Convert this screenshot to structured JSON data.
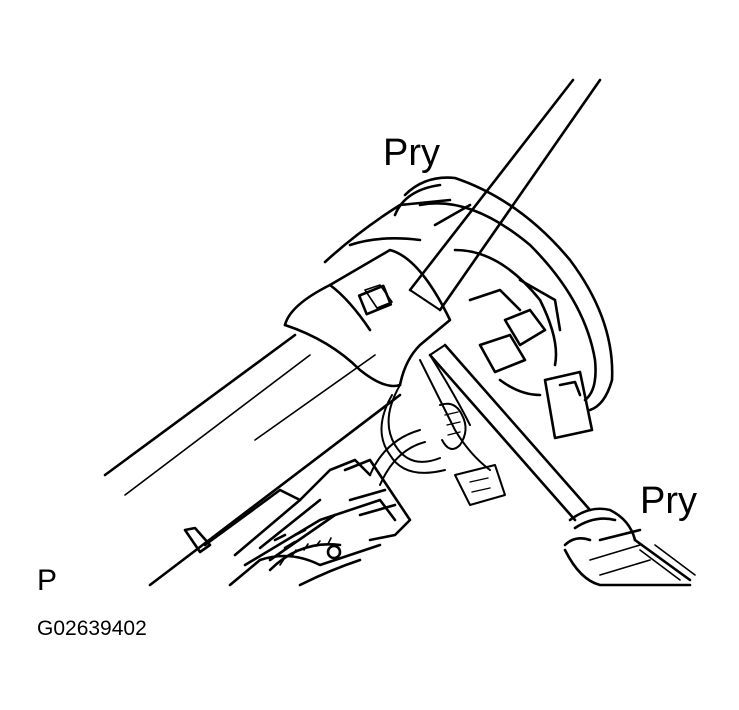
{
  "figure": {
    "callout_top": "Pry",
    "callout_bottom": "Pry",
    "view_letter": "P",
    "figure_id": "G02639402"
  },
  "colors": {
    "ink": "#000000",
    "paper": "#ffffff"
  }
}
